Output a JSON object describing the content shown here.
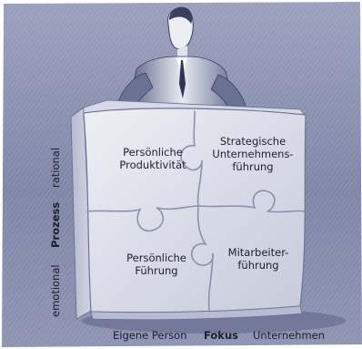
{
  "quadrants": {
    "top_left": "Persönliche\nProduktivität",
    "top_right": "Strategische\nUnternehmens-\nführung",
    "bottom_left": "Persönliche\nFührung",
    "bottom_right": "Mitarbeiter-\nführung"
  },
  "y_axis": {
    "title": "Prozess",
    "top_label": "rational",
    "bottom_label": "emotional"
  },
  "x_axis": {
    "title": "Fokus",
    "left_label": "Eigene Person",
    "right_label": "Unternehmen"
  },
  "colors": {
    "background": "#ffffff",
    "sketch_blue": "#7f86a8",
    "puzzle_light": "#e4e6ee",
    "text": "#1d1f2c"
  }
}
